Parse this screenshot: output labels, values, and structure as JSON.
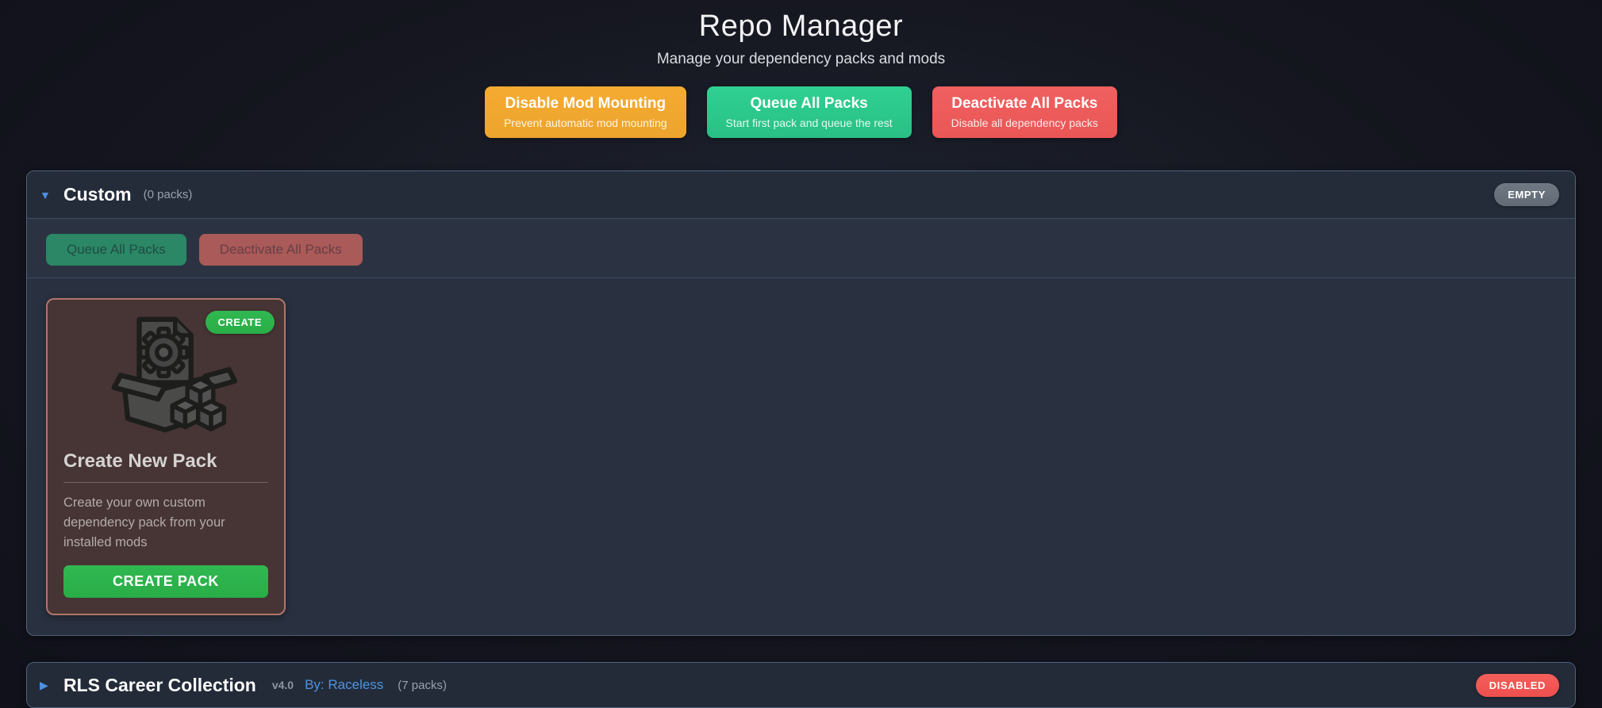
{
  "header": {
    "title": "Repo Manager",
    "subtitle": "Manage your dependency packs and mods",
    "actions": [
      {
        "label": "Disable Mod Mounting",
        "sublabel": "Prevent automatic mod mounting"
      },
      {
        "label": "Queue All Packs",
        "sublabel": "Start first pack and queue the rest"
      },
      {
        "label": "Deactivate All Packs",
        "sublabel": "Disable all dependency packs"
      }
    ]
  },
  "custom_section": {
    "toggle_icon": "▼",
    "title": "Custom",
    "count": "(0 packs)",
    "status_badge": "EMPTY",
    "toolbar": [
      {
        "label": "Queue All Packs"
      },
      {
        "label": "Deactivate All Packs"
      }
    ],
    "create_card": {
      "badge": "CREATE",
      "icon": "package-box-icon",
      "title": "Create New Pack",
      "description": "Create your own custom dependency pack from your installed mods",
      "button_label": "CREATE PACK"
    }
  },
  "rls_section": {
    "toggle_icon": "▶",
    "title": "RLS Career Collection",
    "version": "v4.0",
    "author": "By: Raceless",
    "count": "(7 packs)",
    "status_badge": "DISABLED"
  },
  "colors": {
    "accent_orange": "#f2a72e",
    "accent_mint_green": "#2dcb8c",
    "accent_red": "#ee5a5a",
    "action_green": "#2db44c",
    "disabled_green": "#2b8765",
    "disabled_red": "#aa5a58",
    "badge_gray": "#6a727d",
    "badge_red": "#f05555",
    "link_blue": "#4d93e0",
    "panel_background": "#29303f",
    "card_background": "#463534",
    "card_border": "#b0756b"
  }
}
